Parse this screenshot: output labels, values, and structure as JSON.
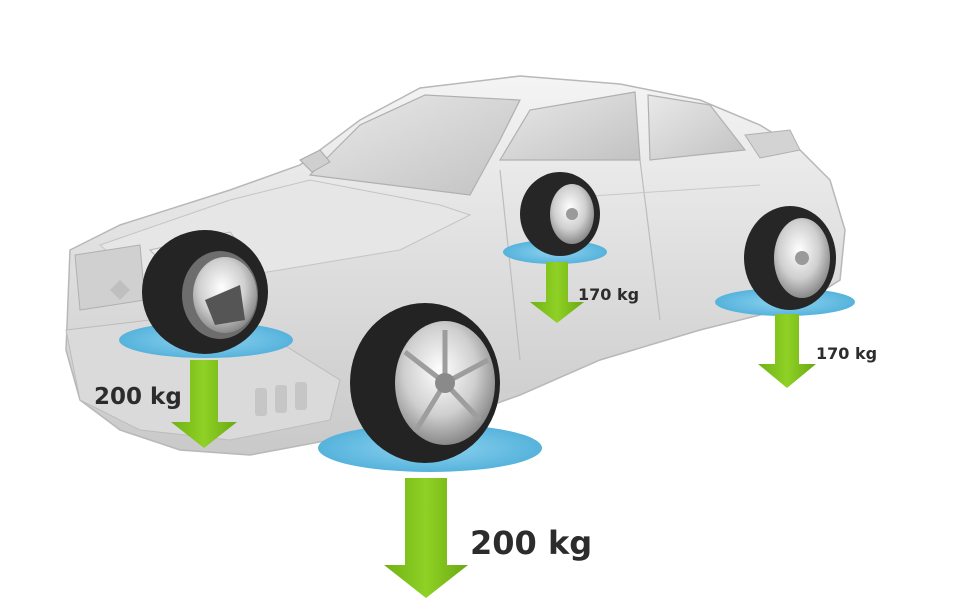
{
  "colors": {
    "arrow": "#7cc11a",
    "arrow_dark": "#5f9a10",
    "pad": "#5bb8e0",
    "car_body": "#d9d9d9",
    "tire": "#262626",
    "label": "#2c2c2c"
  },
  "wheels": {
    "front_left": {
      "load_label": "200 kg"
    },
    "front_right": {
      "load_label": "200 kg"
    },
    "rear_left": {
      "load_label": "170 kg"
    },
    "rear_right": {
      "load_label": "170 kg"
    }
  }
}
